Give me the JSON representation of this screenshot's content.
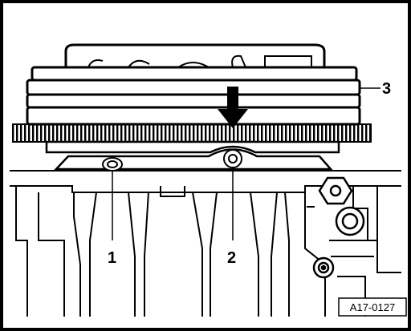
{
  "figure": {
    "callouts": [
      {
        "label": "1",
        "target": "bolt-left"
      },
      {
        "label": "2",
        "target": "bolt-center"
      },
      {
        "label": "3",
        "target": "tool-stack"
      }
    ],
    "reference": "A17-0127",
    "arrow": "down-arrow-icon"
  }
}
